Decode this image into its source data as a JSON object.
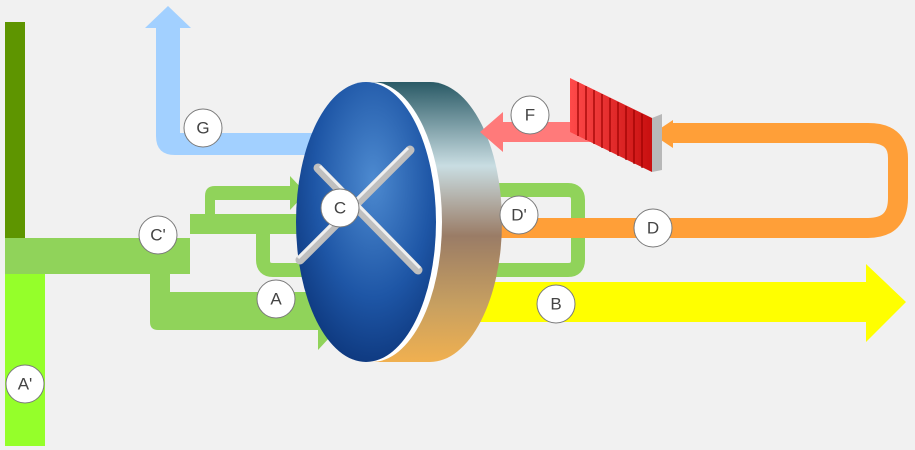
{
  "labels": {
    "a": "A",
    "a_prime": "A'",
    "b": "B",
    "c": "C",
    "c_prime": "C'",
    "d": "D",
    "d_prime": "D'",
    "f": "F",
    "g": "G"
  },
  "colors": {
    "background": "#f1f1f1",
    "dark_green": "#5e9500",
    "lime": "#95ff2a",
    "light_green": "#90d35a",
    "blue_outlet": "#a2d0ff",
    "yellow": "#ffff00",
    "orange": "#ff9f38",
    "salmon": "#ff7a7a",
    "heater_red": "#e01b1b",
    "wheel_blue": "#1a4d9a"
  },
  "icons": {
    "wheel": "desiccant-wheel-icon",
    "heater": "heater-coil-icon"
  }
}
